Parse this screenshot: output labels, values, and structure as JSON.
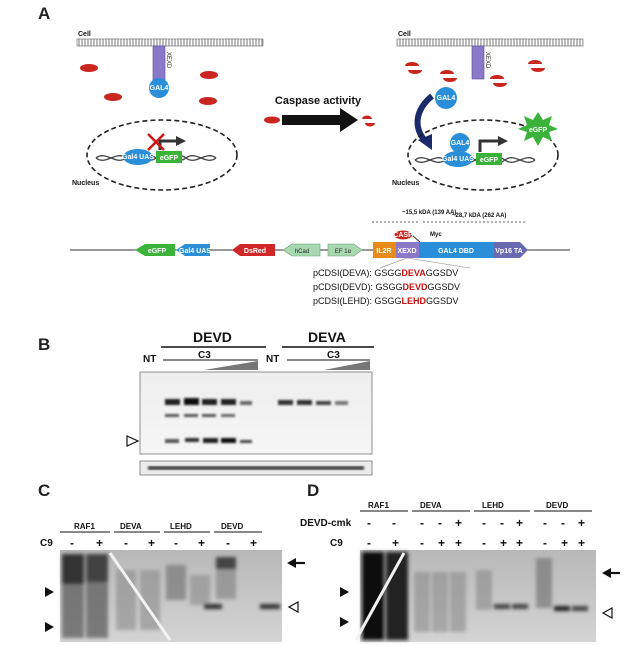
{
  "panels": {
    "a": "A",
    "b": "B",
    "c": "C",
    "d": "D"
  },
  "colors": {
    "casp": "#c8261f",
    "egfp": "#3bb33b",
    "gal4": "#2a8fd8",
    "xexd": "#8a78c8",
    "dsred": "#d02828",
    "hcad": "#a8d8b0",
    "il2r": "#e88a1a",
    "vp16": "#6a6ab0",
    "arrow": "#1a2a6a"
  },
  "panel_a": {
    "cell_left": "Cell",
    "cell_right": "Cell",
    "nucleus_left": "Nucleus",
    "nucleus_right": "Nucleus",
    "casp": "CASP",
    "gal4": "GAL4",
    "xexd": "XEXD",
    "gal4_uas": "Gal4 UAS",
    "egfp": "eGFP",
    "caspase_activity": "Caspase activity",
    "construct": {
      "kda_left": "~15,5 kDA (139 AA)",
      "kda_right": "~28,7 kDA (262 AA)",
      "myc": "Myc",
      "casp": "CASP",
      "egfp": "eGFP",
      "gal4_uas": "Gal4 UAS",
      "dsred": "DsRed",
      "hcad": "hCad",
      "ef1a": "EF 1α",
      "il2r": "IL2R",
      "xexd": "XEXD",
      "gal4dbd": "GAL4 DBD",
      "vp16": "Vp16 TA"
    },
    "sequences": [
      {
        "name": "pCDSI(DEVA): ",
        "pre": "GSGG",
        "site": "DEVA",
        "post": "GGSDV"
      },
      {
        "name": "pCDSI(DEVD): ",
        "pre": "GSGG",
        "site": "DEVD",
        "post": "GGSDV"
      },
      {
        "name": "pCDSI(LEHD): ",
        "pre": "GSGG",
        "site": "LEHD",
        "post": "GGSDV"
      }
    ]
  },
  "panel_b": {
    "devd": "DEVD",
    "deva": "DEVA",
    "nt1": "NT",
    "nt2": "NT",
    "c3_1": "C3",
    "c3_2": "C3"
  },
  "panel_c": {
    "lanes": [
      "RAF1",
      "DEVA",
      "LEHD",
      "DEVD"
    ],
    "row_label": "C9",
    "signs": [
      "-",
      "+",
      "-",
      "+",
      "-",
      "+",
      "-",
      "+"
    ]
  },
  "panel_d": {
    "lanes": [
      "RAF1",
      "DEVA",
      "LEHD",
      "DEVD"
    ],
    "row1_label": "DEVD-cmk",
    "row1_signs": [
      "-",
      "-",
      "-",
      "-",
      "+",
      "-",
      "-",
      "+",
      "-",
      "-",
      "+"
    ],
    "row2_label": "C9",
    "row2_signs": [
      "-",
      "+",
      "-",
      "+",
      "+",
      "-",
      "+",
      "+",
      "-",
      "+",
      "+"
    ]
  }
}
